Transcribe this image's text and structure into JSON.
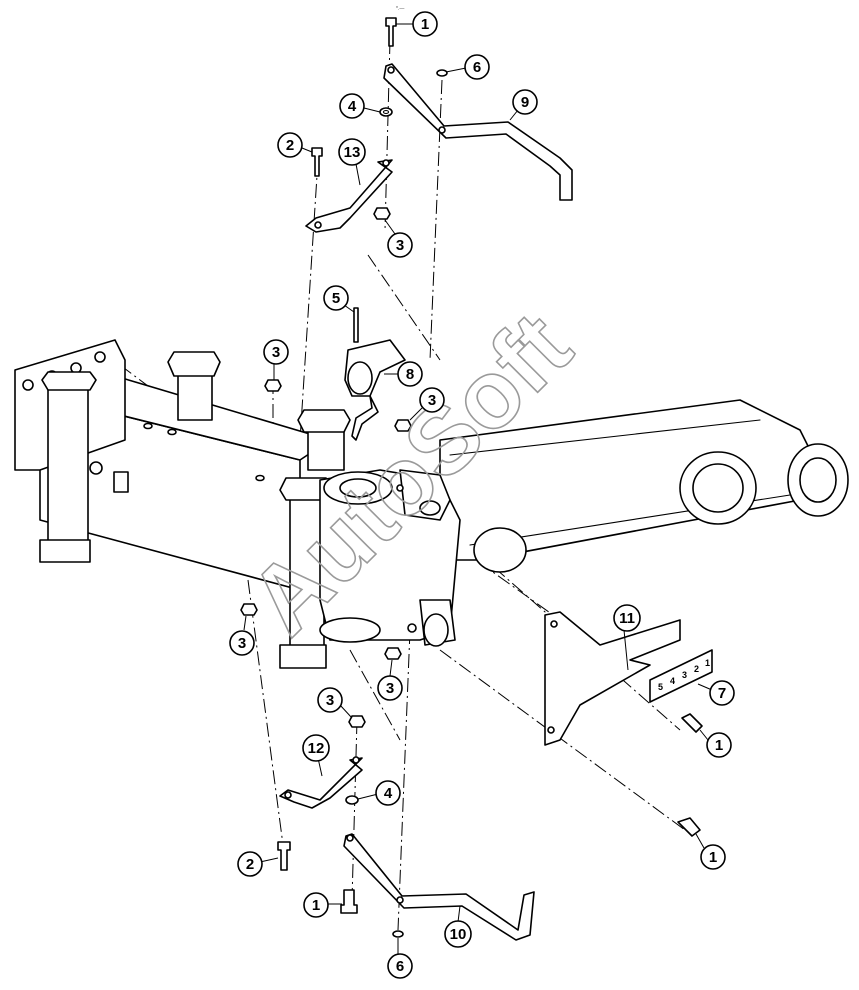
{
  "watermark": "AutoSoft",
  "corner_mark": "*.—",
  "callouts": [
    {
      "label": "1"
    },
    {
      "label": "6"
    },
    {
      "label": "9"
    },
    {
      "label": "4"
    },
    {
      "label": "2"
    },
    {
      "label": "13"
    },
    {
      "label": "3"
    },
    {
      "label": "5"
    },
    {
      "label": "8"
    },
    {
      "label": "3"
    },
    {
      "label": "3"
    },
    {
      "label": "11"
    },
    {
      "label": "3"
    },
    {
      "label": "3"
    },
    {
      "label": "7"
    },
    {
      "label": "1"
    },
    {
      "label": "3"
    },
    {
      "label": "12"
    },
    {
      "label": "4"
    },
    {
      "label": "1"
    },
    {
      "label": "2"
    },
    {
      "label": "1"
    },
    {
      "label": "10"
    },
    {
      "label": "6"
    }
  ],
  "plate_labels": [
    "5",
    "4",
    "3",
    "2",
    "1"
  ]
}
